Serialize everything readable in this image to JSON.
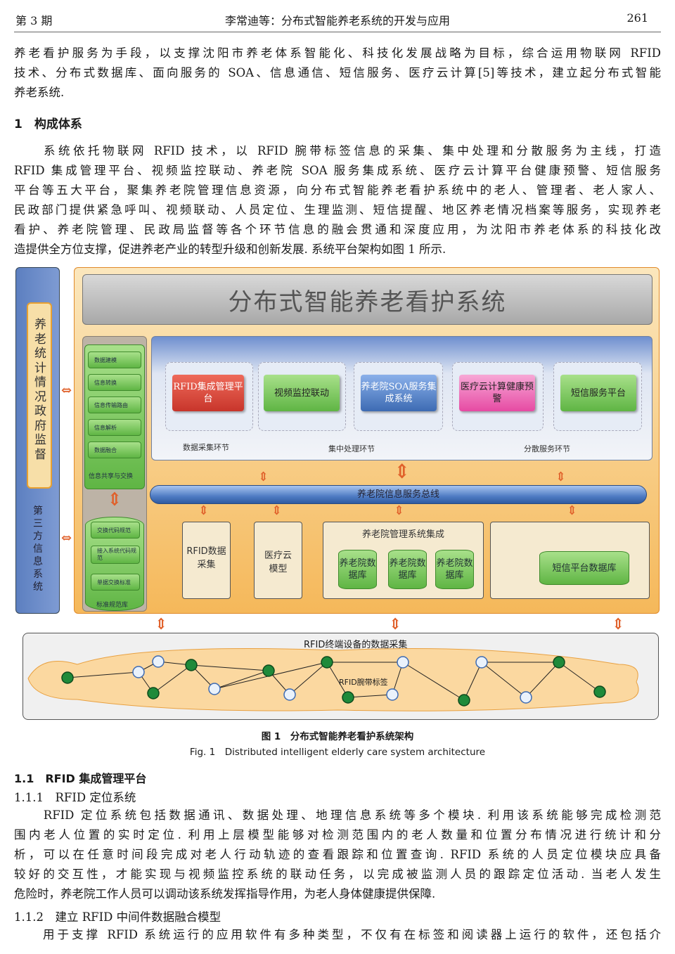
{
  "header": {
    "issue": "第 3 期",
    "title": "李常迪等：分布式智能养老系统的开发与应用",
    "page": "261"
  },
  "para1": [
    "养老看护服务为手段，以支撑沈阳市养老体系智能化、科技化发展战略为目标，综合运用物联网 RFID",
    "技术、分布式数据库、面向服务的 SOA、信息通信、短信服务、医疗云计算[5]等技术，建立起分布式智能",
    "养老系统."
  ],
  "section1": "1　构成体系",
  "para2": [
    "　　系统依托物联网 RFID 技术，以 RFID 腕带标签信息的采集、集中处理和分散服务为主线，打造",
    "RFID 集成管理平台、视频监控联动、养老院 SOA 服务集成系统、医疗云计算平台健康预警、短信服务",
    "平台等五大平台，聚集养老院管理信息资源，向分布式智能养老看护系统中的老人、管理者、老人家人、",
    "民政部门提供紧急呼叫、视频联动、人员定位、生理监测、短信提醒、地区养老情况档案等服务，实现养老",
    "看护、养老院管理、民政局监督等各个环节信息的融会贯通和深度应用，为沈阳市养老体系的科技化改",
    "造提供全方位支撑，促进养老产业的转型升级和创新发展. 系统平台架构如图 1 所示."
  ],
  "figure": {
    "title": "分布式智能养老看护系统",
    "left_top": "养老统计情况政府监督",
    "left_bottom": "第三方信息系统",
    "exchange": [
      "数据建模",
      "信息转换",
      "信息传输路由",
      "信息解析",
      "数据融合"
    ],
    "exchange_title": "信息共享与交换",
    "standards": [
      "交换代码规范",
      "接入系统代码规范",
      "单据交换标准"
    ],
    "standards_title": "标准规范库",
    "modules": [
      "RFID集成管理平台",
      "视频监控联动",
      "养老院SOA服务集成系统",
      "医疗云计算健康预警",
      "短信服务平台"
    ],
    "stages": [
      "数据采集环节",
      "集中处理环节",
      "分散服务环节"
    ],
    "bus": "养老院信息服务总线",
    "rfid_collect": "RFID数据采集",
    "cloud_model": "医疗云模型",
    "mgmt_title": "养老院管理系统集成",
    "dbs": [
      "养老院数据库",
      "养老院数据库",
      "养老院数据库"
    ],
    "sms_db": "短信平台数据库",
    "network_title": "RFID终端设备的数据采集",
    "wrist_tag": "RFID腕带标签",
    "colors": {
      "orange": "#f5a623",
      "green": "#6cc04a",
      "blue": "#3d6bb3",
      "red": "#d9443a",
      "pink": "#e85aa8"
    }
  },
  "caption_cn": "图 1　分布式智能养老看护系统架构",
  "caption_en": "Fig. 1　Distributed intelligent elderly care system architecture",
  "sec11": "1.1　RFID 集成管理平台",
  "sec111": "1.1.1　RFID 定位系统",
  "para3": [
    "　　RFID 定位系统包括数据通讯、数据处理、地理信息系统等多个模块. 利用该系统能够完成检测范",
    "围内老人位置的实时定位. 利用上层模型能够对检测范围内的老人数量和位置分布情况进行统计和分",
    "析，可以在任意时间段完成对老人行动轨迹的查看跟踪和位置查询. RFID 系统的人员定位模块应具备",
    "较好的交互性，才能实现与视频监控系统的联动任务，以完成被监测人员的跟踪定位活动. 当老人发生",
    "危险时，养老院工作人员可以调动该系统发挥指导作用，为老人身体健康提供保障."
  ],
  "sec112": "1.1.2　建立 RFID 中间件数据融合模型",
  "para4": [
    "　　用于支撑 RFID 系统运行的应用软件有多种类型，不仅有在标签和阅读器上运行的软件，还包括介"
  ]
}
